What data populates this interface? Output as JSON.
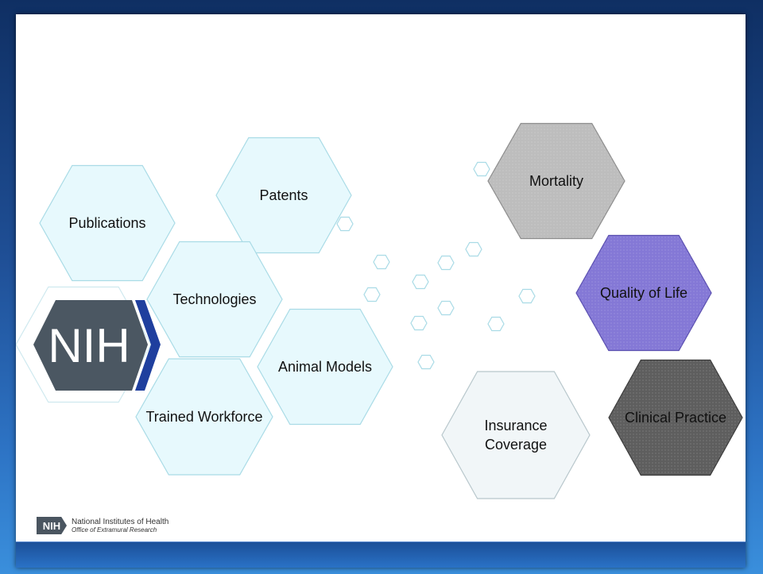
{
  "inputs": [
    {
      "key": "publications",
      "label": "Publications",
      "fill": "#e7f9fd",
      "stroke": "#a9dbe6"
    },
    {
      "key": "patents",
      "label": "Patents",
      "fill": "#e7f9fd",
      "stroke": "#a9dbe6"
    },
    {
      "key": "technologies",
      "label": "Technologies",
      "fill": "#e7f9fd",
      "stroke": "#a9dbe6"
    },
    {
      "key": "trained-workforce",
      "label": "Trained Workforce",
      "fill": "#e7f9fd",
      "stroke": "#a9dbe6"
    },
    {
      "key": "animal-models",
      "label": "Animal Models",
      "fill": "#e7f9fd",
      "stroke": "#a9dbe6"
    }
  ],
  "outcomes": [
    {
      "key": "mortality",
      "label": "Mortality",
      "fill": "#bdbdbd",
      "stroke": "#8d8d8d"
    },
    {
      "key": "quality-of-life",
      "label": "Quality of Life",
      "fill": "#8478d6",
      "stroke": "#5a4fb0"
    },
    {
      "key": "clinical-practice",
      "label": "Clinical Practice",
      "fill": "#5e5e5e",
      "stroke": "#3b3b3b"
    },
    {
      "key": "insurance-coverage",
      "label": "Insurance Coverage",
      "fill": "#f1f6f8",
      "stroke": "#b8c7cc"
    }
  ],
  "logo": {
    "text": "NIH",
    "dark": "#4b5762",
    "accent": "#1f3f9e"
  },
  "footer": {
    "mark": "NIH",
    "line1": "National Institutes of Health",
    "line2": "Office of Extramural Research"
  },
  "colors": {
    "frame": "#1f4f96",
    "small_hex_stroke": "#a9dbe6"
  }
}
